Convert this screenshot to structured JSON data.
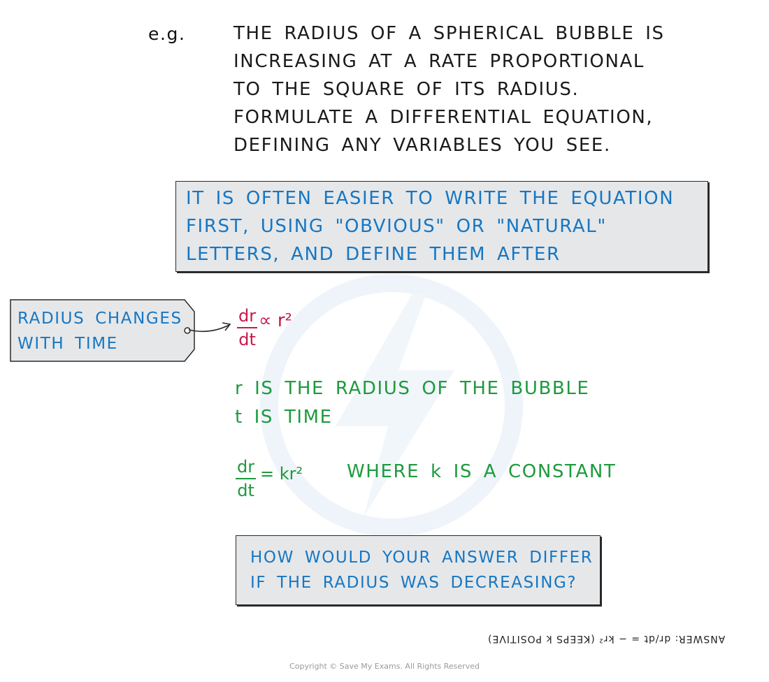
{
  "example_label": "e.g.",
  "question_lines": [
    "THE RADIUS OF A SPHERICAL BUBBLE IS",
    "INCREASING AT A RATE PROPORTIONAL",
    "TO THE SQUARE OF ITS RADIUS.",
    "FORMULATE A DIFFERENTIAL EQUATION,",
    "DEFINING ANY VARIABLES YOU SEE."
  ],
  "tip_lines": [
    "IT IS OFTEN EASIER TO WRITE THE EQUATION",
    "FIRST, USING \"OBVIOUS\" OR \"NATURAL\"",
    "LETTERS, AND DEFINE THEM AFTER"
  ],
  "tag_lines": [
    "RADIUS CHANGES",
    "WITH TIME"
  ],
  "proportional": {
    "numerator": "dr",
    "denominator": "dt",
    "rest": "∝ r²"
  },
  "definitions": [
    "r IS THE RADIUS OF THE BUBBLE",
    "t IS TIME"
  ],
  "equation": {
    "numerator": "dr",
    "denominator": "dt",
    "rest": "= kr²",
    "where": "WHERE k IS A CONSTANT"
  },
  "question_box_lines": [
    "HOW WOULD YOUR ANSWER DIFFER",
    "IF THE RADIUS WAS DECREASING?"
  ],
  "answer_upside_down": "ANSWER: dr/dt = − kr²  (KEEPS k POSITIVE)",
  "copyright": "Copyright © Save My Exams. All Rights Reserved",
  "colors": {
    "blue": "#1577c4",
    "red": "#c8194b",
    "green": "#1e9a3d",
    "box_fill": "#e6e7e9"
  }
}
